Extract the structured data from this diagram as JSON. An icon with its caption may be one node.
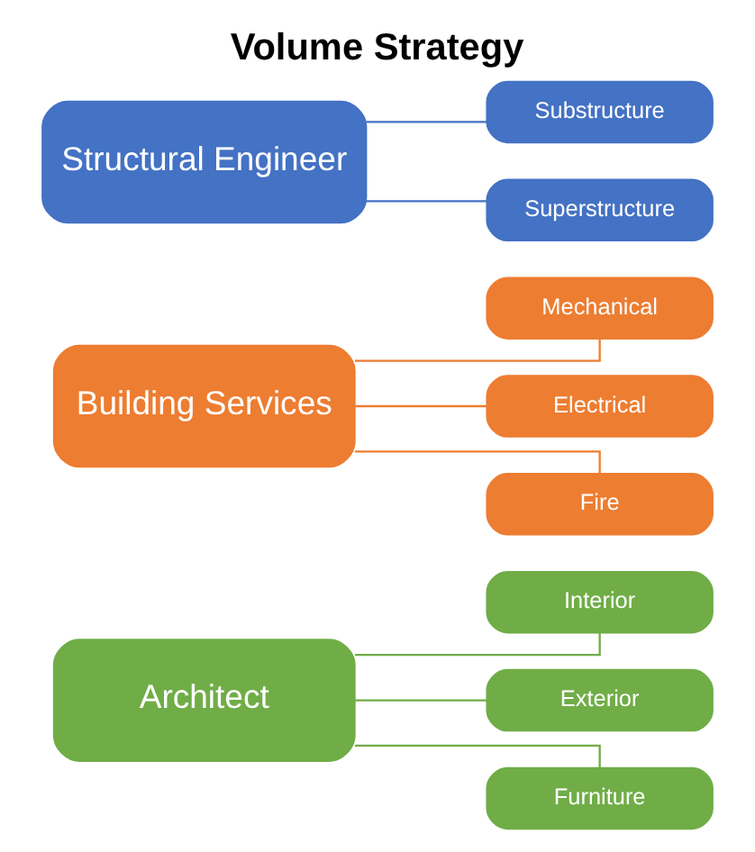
{
  "diagram": {
    "title": "Volume Strategy",
    "nodes": [
      {
        "text": [
          "Architect"
        ]
      },
      {
        "text": [
          "Interior"
        ]
      },
      {
        "text": [
          "Exterior"
        ]
      },
      {
        "text": [
          "Furniture"
        ]
      },
      {
        "text": [
          "Building Services"
        ]
      },
      {
        "text": [
          "Mechanical"
        ]
      },
      {
        "text": [
          "Electrical"
        ]
      },
      {
        "text": [
          "Fire"
        ]
      },
      {
        "text": [
          "Structural Engineer"
        ]
      },
      {
        "text": [
          "Substructure"
        ]
      },
      {
        "text": [
          "Superstructure"
        ]
      }
    ],
    "edges": [
      {
        "from": 0,
        "to": 1,
        "arrow": "none",
        "color": "#70ad47"
      },
      {
        "from": 0,
        "to": 2,
        "arrow": "none",
        "color": "#70ad47"
      },
      {
        "from": 0,
        "to": 3,
        "arrow": "none",
        "color": "#70ad47"
      },
      {
        "from": 4,
        "to": 5,
        "arrow": "none",
        "color": "#ed7d31"
      },
      {
        "from": 4,
        "to": 6,
        "arrow": "none",
        "color": "#ed7d31"
      },
      {
        "from": 4,
        "to": 7,
        "arrow": "none",
        "color": "#ed7d31"
      },
      {
        "from": 8,
        "to": 9,
        "arrow": "none",
        "color": "#4472c4"
      },
      {
        "from": 8,
        "to": 10,
        "arrow": "none",
        "color": "#4472c4"
      }
    ]
  }
}
